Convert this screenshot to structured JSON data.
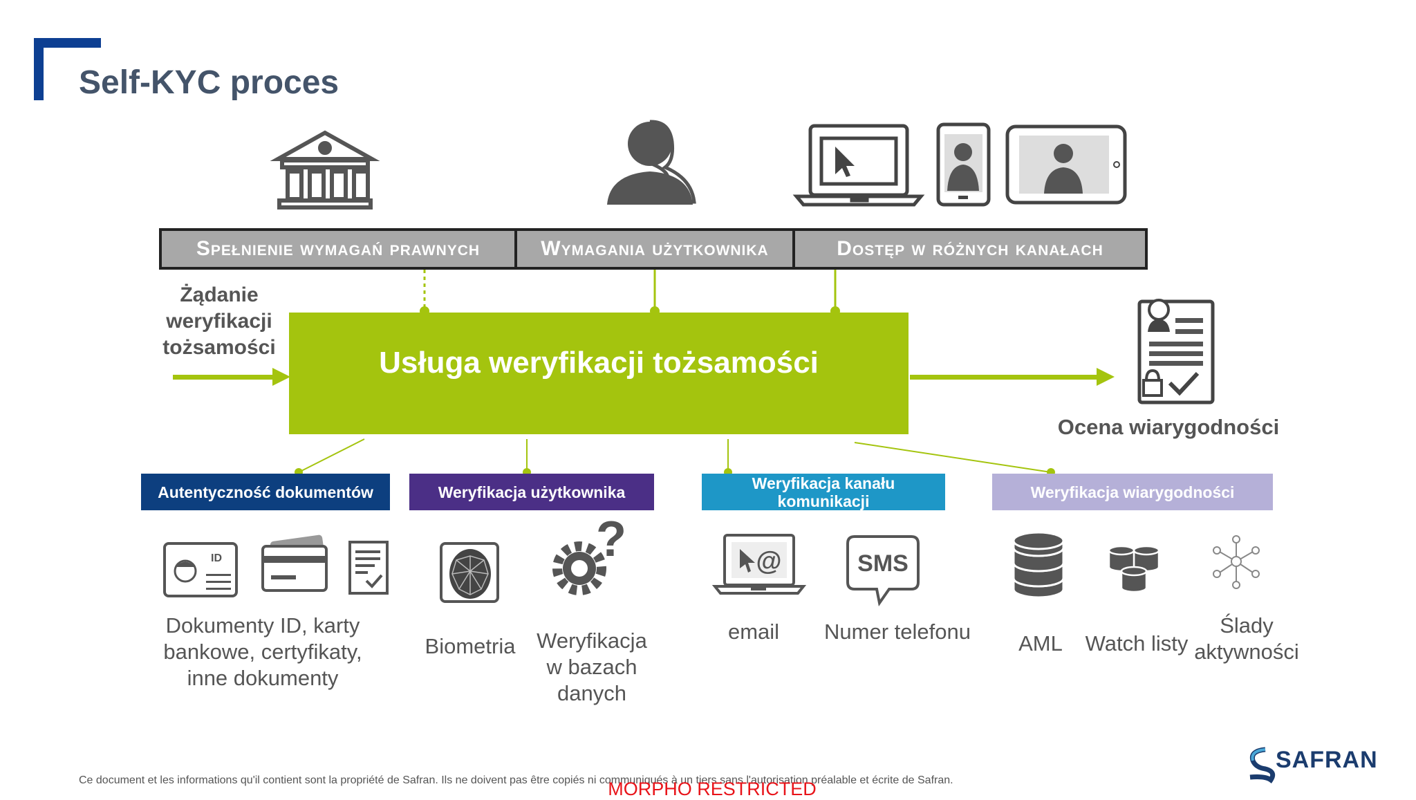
{
  "title": "Self-KYC proces",
  "headers": [
    "Spełnienie wymagań prawnych",
    "Wymagania użytkownika",
    "Dostęp w różnych kanałach"
  ],
  "input_label": "Żądanie weryfikacji tożsamości",
  "service_label": "Usługa weryfikacji tożsamości",
  "output_label": "Ocena wiarygodności",
  "categories": [
    {
      "label": "Autentyczność dokumentów",
      "color": "#0d3f7f"
    },
    {
      "label": "Weryfikacja użytkownika",
      "color": "#4b2f86"
    },
    {
      "label": "Weryfikacja kanału komunikacji",
      "color": "#1e97c7"
    },
    {
      "label": "Weryfikacja wiarygodności",
      "color": "#b5b0d8"
    }
  ],
  "items": {
    "documents": "Dokumenty ID, karty bankowe, certyfikaty, inne dokumenty",
    "biometrics": "Biometria",
    "db_verification": "Weryfikacja w bazach danych",
    "email": "email",
    "phone": "Numer telefonu",
    "aml": "AML",
    "watchlists": "Watch listy",
    "activity": "Ślady aktywności"
  },
  "icon_texts": {
    "id_card": "ID",
    "sms": "SMS",
    "at": "@"
  },
  "colors": {
    "accent_green": "#a4c40e",
    "header_gray": "#a8a8a8",
    "title_color": "#44546a",
    "restricted_red": "#e8141a"
  },
  "footer": "Ce document et les informations qu'il contient sont la propriété de Safran. Ils ne doivent pas être copiés ni communiqués à un tiers sans l'autorisation préalable et écrite de Safran.",
  "classification": "MORPHO RESTRICTED",
  "brand": "SAFRAN"
}
